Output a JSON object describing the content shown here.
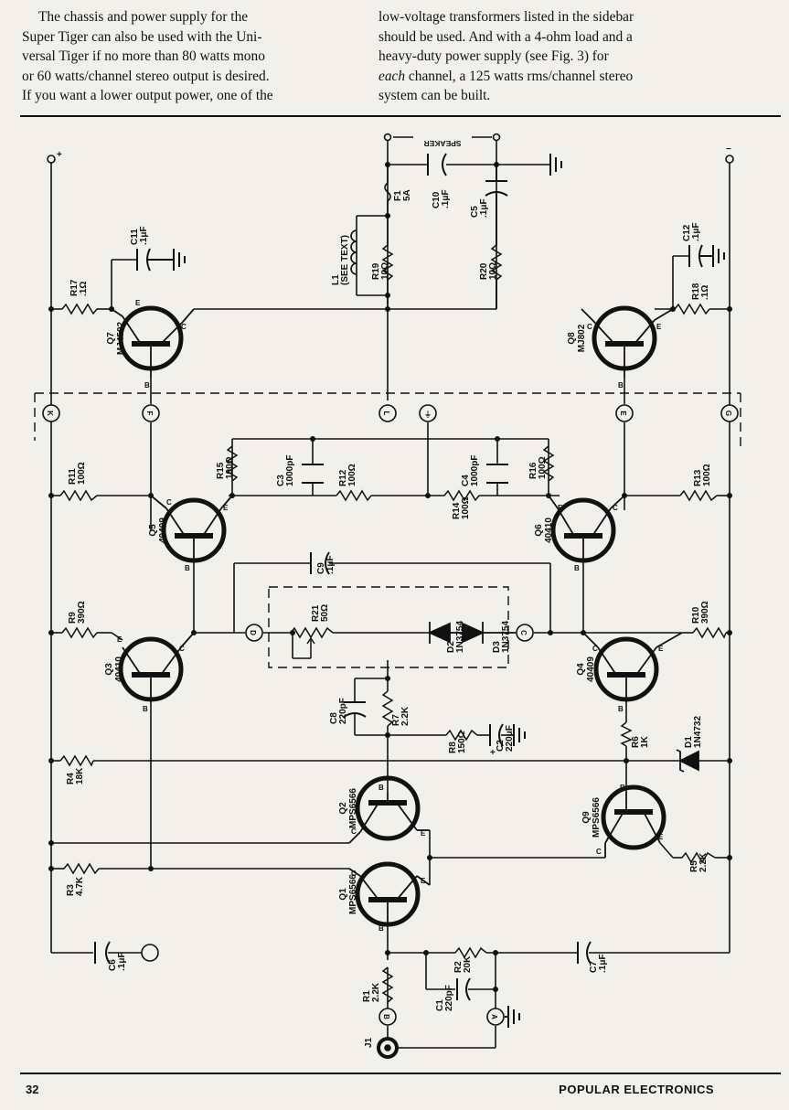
{
  "article": {
    "left_col_lines": [
      "The chassis and power supply for the",
      "Super Tiger can also be used with the Uni-",
      "versal Tiger if no more than 80 watts mono",
      "or 60 watts/channel stereo output is desired.",
      "If you want a lower output power, one of the"
    ],
    "right_col_lines": [
      "low-voltage transformers listed in the sidebar",
      "should be used. And with a 4-ohm load and a",
      "heavy-duty power supply (see Fig. 3) for",
      "channel, a 125 watts rms/channel stereo",
      "system can be built."
    ],
    "emph_word": "each"
  },
  "footer": {
    "page_number": "32",
    "magazine": "POPULAR ELECTRONICS"
  },
  "schematic": {
    "rails": {
      "positive": "+",
      "negative": "−"
    },
    "speaker_label": "SPEAKER",
    "connectors": {
      "k": "K",
      "f": "F",
      "l": "L",
      "gnd_pad": "⏚",
      "e": "E",
      "g": "G",
      "d": "D",
      "c": "C",
      "b": "B",
      "a": "A"
    },
    "jack_label": "J1",
    "transistors": {
      "q1": {
        "ref": "Q1",
        "part": "MPS6566"
      },
      "q2": {
        "ref": "Q2",
        "part": "MPS6566"
      },
      "q3": {
        "ref": "Q3",
        "part": "40410"
      },
      "q4": {
        "ref": "Q4",
        "part": "40409"
      },
      "q5": {
        "ref": "Q5",
        "part": "40409"
      },
      "q6": {
        "ref": "Q6",
        "part": "40410"
      },
      "q7": {
        "ref": "Q7",
        "part": "MJ4502"
      },
      "q8": {
        "ref": "Q8",
        "part": "MJ802"
      },
      "q9": {
        "ref": "Q9",
        "part": "MPS6566"
      }
    },
    "pins": {
      "b": "B",
      "c": "C",
      "e": "E"
    },
    "resistors": {
      "r1": {
        "ref": "R1",
        "value": "2.2K"
      },
      "r2": {
        "ref": "R2",
        "value": "20K"
      },
      "r3": {
        "ref": "R3",
        "value": "4.7K"
      },
      "r4": {
        "ref": "R4",
        "value": "18K"
      },
      "r5": {
        "ref": "R5",
        "value": "2.2K"
      },
      "r6": {
        "ref": "R6",
        "value": "1K"
      },
      "r7": {
        "ref": "R7",
        "value": "2.2K"
      },
      "r8": {
        "ref": "R8",
        "value": "150Ω"
      },
      "r9": {
        "ref": "R9",
        "value": "390Ω"
      },
      "r10": {
        "ref": "R10",
        "value": "390Ω"
      },
      "r11": {
        "ref": "R11",
        "value": "100Ω"
      },
      "r12": {
        "ref": "R12",
        "value": "100Ω"
      },
      "r13": {
        "ref": "R13",
        "value": "100Ω"
      },
      "r14": {
        "ref": "R14",
        "value": "100Ω"
      },
      "r15": {
        "ref": "R15",
        "value": "100Ω"
      },
      "r16": {
        "ref": "R16",
        "value": "100Ω"
      },
      "r17": {
        "ref": "R17",
        "value": ".1Ω"
      },
      "r18": {
        "ref": "R18",
        "value": ".1Ω"
      },
      "r19": {
        "ref": "R19",
        "value": "10Ω"
      },
      "r20": {
        "ref": "R20",
        "value": "10Ω"
      },
      "r21": {
        "ref": "R21",
        "value": "50Ω"
      }
    },
    "capacitors": {
      "c1": {
        "ref": "C1",
        "value": "220pF"
      },
      "c2": {
        "ref": "C2",
        "value": "220μF"
      },
      "c3": {
        "ref": "C3",
        "value": "1000pF"
      },
      "c4": {
        "ref": "C4",
        "value": "1000pF"
      },
      "c5": {
        "ref": "C5",
        "value": ".1μF"
      },
      "c6": {
        "ref": "C6",
        "value": ".1μF"
      },
      "c7": {
        "ref": "C7",
        "value": ".1μF"
      },
      "c8": {
        "ref": "C8",
        "value": "220pF"
      },
      "c9": {
        "ref": "C9",
        "value": ".1μF"
      },
      "c10": {
        "ref": "C10",
        "value": ".1μF"
      },
      "c11": {
        "ref": "C11",
        "value": ".1μF"
      },
      "c12": {
        "ref": "C12",
        "value": ".1μF"
      }
    },
    "diodes": {
      "d1": {
        "ref": "D1",
        "part": "1N4732"
      },
      "d2": {
        "ref": "D2",
        "part": "1N3754"
      },
      "d3": {
        "ref": "D3",
        "part": "1N3754"
      }
    },
    "fuse": {
      "ref": "F1",
      "value": "5A"
    },
    "inductor": {
      "ref": "L1",
      "note": "(SEE TEXT)"
    },
    "plus_sign": "+"
  }
}
